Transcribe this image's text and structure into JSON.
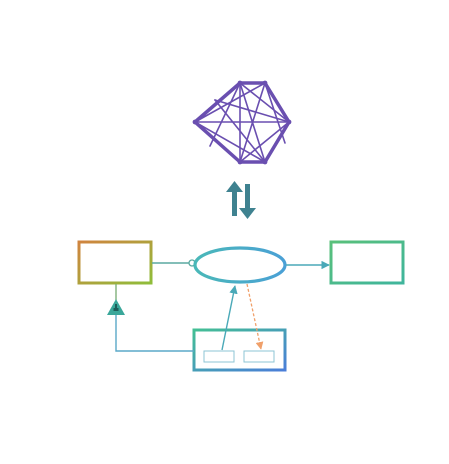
{
  "diagram": {
    "icons": {
      "network_graph": "complete-graph-hexagon-icon",
      "swap_arrows": "swap-vertical-arrows-icon",
      "warning": "warning-triangle-icon"
    },
    "nodes": [
      {
        "id": "left-box",
        "shape": "rectangle",
        "label": ""
      },
      {
        "id": "center-ellipse",
        "shape": "ellipse",
        "label": ""
      },
      {
        "id": "right-box",
        "shape": "rectangle",
        "label": ""
      },
      {
        "id": "bottom-container",
        "shape": "rectangle",
        "label": ""
      },
      {
        "id": "bottom-slot-1",
        "shape": "rectangle",
        "label": ""
      },
      {
        "id": "bottom-slot-2",
        "shape": "rectangle",
        "label": ""
      }
    ],
    "edges": [
      {
        "from": "left-box",
        "to": "center-ellipse",
        "style": "solid",
        "end": "circle"
      },
      {
        "from": "center-ellipse",
        "to": "right-box",
        "style": "solid",
        "end": "arrow"
      },
      {
        "from": "bottom-container",
        "to": "center-ellipse",
        "style": "solid",
        "end": "arrow"
      },
      {
        "from": "center-ellipse",
        "to": "bottom-slot-2",
        "style": "dashed",
        "end": "arrow"
      },
      {
        "from": "bottom-container",
        "to": "left-box",
        "style": "solid",
        "end": "warning-triangle"
      }
    ],
    "colors": {
      "graph": "#6a4fb0",
      "swap_arrows": "#3f8290",
      "ellipse": "#47b0c4",
      "right_box": "#4cc08a",
      "left_box_start": "#d0843f",
      "left_box_end": "#8fbd3a",
      "container_start": "#43bf94",
      "container_end": "#4a7ed8",
      "dashed_arrow": "#f0a06a",
      "connector": "#5aa9c8",
      "warning": "#3aa79a"
    }
  }
}
